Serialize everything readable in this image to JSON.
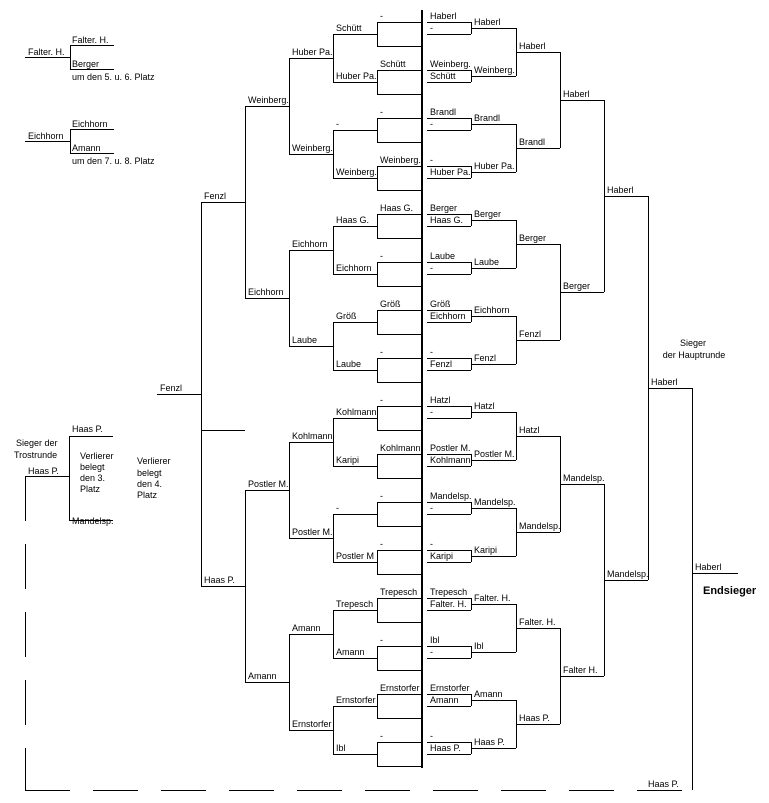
{
  "labels": {
    "tl_falter": "Falter. H.",
    "tl_falter2": "Falter. H.",
    "tl_berger": "Berger",
    "tl_56": "um den 5. u. 6. Platz",
    "tl_eich": "Eichhorn",
    "tl_eich2": "Eichhorn",
    "tl_amann": "Amann",
    "tl_78": "um den 7. u. 8. Platz",
    "r1_01": "Haberl",
    "r1_02": "-",
    "r1_03": "Weinberg.",
    "r1_04": "Schütt",
    "r1_05": "Brandl",
    "r1_06": "-",
    "r1_07": "-",
    "r1_08": "Huber Pa.",
    "r1_09": "Berger",
    "r1_10": "Haas G.",
    "r1_11": "Laube",
    "r1_12": "-",
    "r1_13": "Größ",
    "r1_14": "Eichhorn",
    "r1_15": "-",
    "r1_16": "Fenzl",
    "r1_17": "Hatzl",
    "r1_18": "-",
    "r1_19": "Postler M.",
    "r1_20": "Kohlmann",
    "r1_21": "Mandelsp.",
    "r1_22": "-",
    "r1_23": "-",
    "r1_24": "Karipi",
    "r1_25": "Trepesch",
    "r1_26": "Falter. H.",
    "r1_27": "Ibl",
    "r1_28": "-",
    "r1_29": "Ernstorfer",
    "r1_30": "Amann",
    "r1_31": "-",
    "r1_32": "Haas P.",
    "r2_01": "Haberl",
    "r2_02": "Weinberg.",
    "r2_03": "Brandl",
    "r2_04": "Huber Pa.",
    "r2_05": "Berger",
    "r2_06": "Laube",
    "r2_07": "Eichhorn",
    "r2_08": "Fenzl",
    "r2_09": "Hatzl",
    "r2_10": "Postler M.",
    "r2_11": "Mandelsp.",
    "r2_12": "Karipi",
    "r2_13": "Falter. H.",
    "r2_14": "Ibl",
    "r2_15": "Amann",
    "r2_16": "Haas P.",
    "r3_1": "Haberl",
    "r3_2": "Brandl",
    "r3_3": "Berger",
    "r3_4": "Fenzl",
    "r3_5": "Hatzl",
    "r3_6": "Mandelsp.",
    "r3_7": "Falter. H.",
    "r3_8": "Haas P.",
    "r4_1": "Haberl",
    "r4_2": "Berger",
    "r4_3": "Mandelsp.",
    "r4_4": "Falter H.",
    "r5_1": "Haberl",
    "r5_2": "Mandelsp.",
    "r6_1": "Haberl",
    "final_top": "Haberl",
    "final_bottom": "Haas P.",
    "sieger_haupt_1": "Sieger",
    "sieger_haupt_2": "der Hauptrunde",
    "endsieger": "Endsieger",
    "lb1_01": "-",
    "lb1_02": "Schütt",
    "lb1_03": "-",
    "lb1_04": "Weinberg.",
    "lb1_05": "Haas G.",
    "lb1_06": "-",
    "lb1_07": "Größ",
    "lb1_08": "-",
    "lb1_09": "-",
    "lb1_10": "Kohlmann",
    "lb1_11": "-",
    "lb1_12": "-",
    "lb1_13": "Trepesch",
    "lb1_14": "-",
    "lb1_15": "Ernstorfer",
    "lb1_16": "-",
    "lb2_01": "Schütt",
    "lb2_02": "Huber Pa.",
    "lb2_03": "-",
    "lb2_04": "Weinberg.",
    "lb2_05": "Haas G.",
    "lb2_06": "Eichhorn",
    "lb2_07": "Größ",
    "lb2_08": "Laube",
    "lb2_09": "Kohlmann",
    "lb2_10": "Karipi",
    "lb2_11": "-",
    "lb2_12": "Postler M",
    "lb2_13": "Trepesch",
    "lb2_14": "Amann",
    "lb2_15": "Ernstorfer",
    "lb2_16": "Ibl",
    "lb3_1": "Huber Pa.",
    "lb3_2": "Weinberg.",
    "lb3_3": "Eichhorn",
    "lb3_4": "Laube",
    "lb3_5": "Kohlmann",
    "lb3_6": "Postler M.",
    "lb3_7": "Amann",
    "lb3_8": "Ernstorfer",
    "lb4_1": "Weinberg.",
    "lb4_2": "Fenzl",
    "lb4_3": "Eichhorn",
    "lb4_4": "Brandl",
    "lb4_5": "Postler M.",
    "lb4_6": "Haas P.",
    "lb4_7": "Amann",
    "lb4_8": "Hatzl",
    "lb5_1": "Fenzl",
    "lb5_2": "Falter. H.",
    "lb5_3": "Haas P.",
    "lb5_4": "Berger",
    "lb6_1": "Fenzl",
    "lb6_2": "Eichhorn",
    "lb6_3": "Haas P.",
    "lb6_4": "Amann",
    "lb7_1": "Fenzl",
    "lb7_2": "Haas P.",
    "lb8_1": "Haas P.",
    "lb8_2": "Mandelsp.",
    "lb9_1": "Haas P.",
    "sieger_trost_1": "Sieger der",
    "sieger_trost_2": "Trostrunde",
    "verl3_1": "Verlierer",
    "verl3_2": "belegt",
    "verl3_3": "den 3.",
    "verl3_4": "Platz",
    "verl4_1": "Verlierer",
    "verl4_2": "belegt",
    "verl4_3": "den 4.",
    "verl4_4": "Platz"
  }
}
